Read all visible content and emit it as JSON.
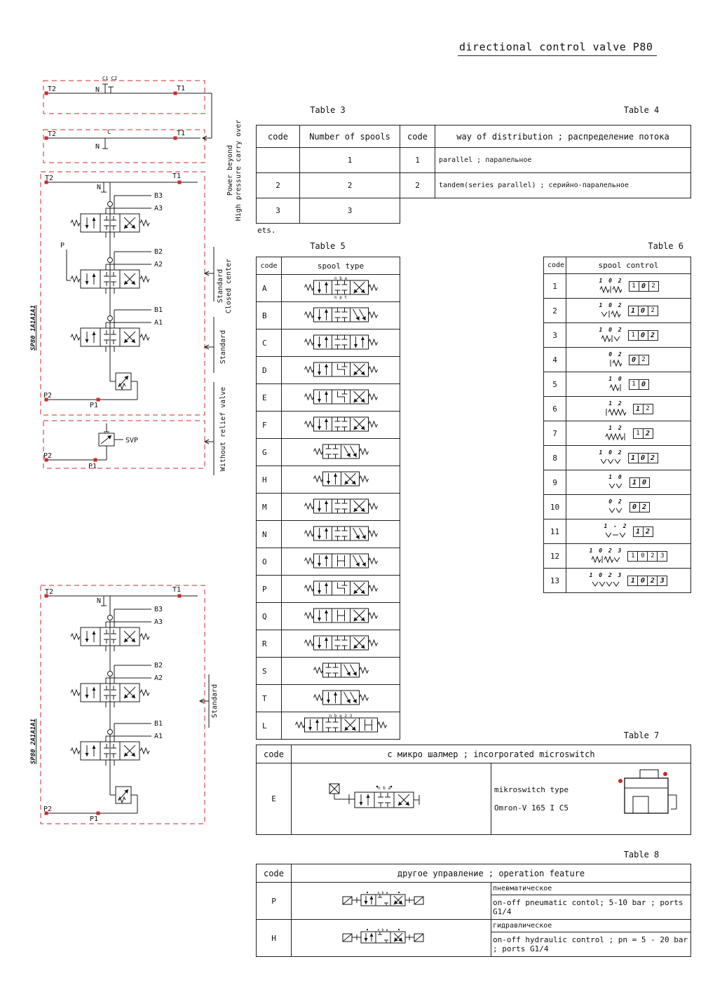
{
  "page": {
    "title": "directional control valve P80",
    "ets_note": "ets."
  },
  "colors": {
    "red": "#cc2a2a",
    "line": "#1a1a1a"
  },
  "side_labels": {
    "model_top": "SP80 1A1A1A1",
    "model_bottom": "SP80 2A1A1A1"
  },
  "annotations": {
    "power_beyond_1": "Power beyond",
    "power_beyond_2": "High pressure carry over",
    "std_closed_1": "Standard",
    "std_closed_2": "Closed center",
    "standard_mid": "Standard",
    "without_relief": "Without relief valve",
    "standard_bottom": "Standard"
  },
  "sch1": {
    "t2": "T2",
    "t1": "T1",
    "n": "N",
    "c1": "C1",
    "c2": "C2"
  },
  "sch2": {
    "t2": "T2",
    "t1": "T1",
    "c": "C",
    "n": "N"
  },
  "sch3": {
    "t2": "T2",
    "t1": "T1",
    "n": "N",
    "b3": "B3",
    "a3": "A3",
    "b2": "B2",
    "a2": "A2",
    "b1": "B1",
    "a1": "A1",
    "p": "P",
    "p2": "P2",
    "p1": "P1"
  },
  "sch4": {
    "svp": "SVP",
    "p2": "P2",
    "p1": "P1"
  },
  "sch5": {
    "t2": "T2",
    "t1": "T1",
    "n": "N",
    "b3": "B3",
    "a3": "A3",
    "b2": "B2",
    "a2": "A2",
    "b1": "B1",
    "a1": "A1",
    "p2": "P2",
    "p1": "P1"
  },
  "table3": {
    "title": "Table 3",
    "headers": [
      "code",
      "Number of spools"
    ],
    "rows": [
      [
        "",
        "1"
      ],
      [
        "2",
        "2"
      ],
      [
        "3",
        "3"
      ]
    ]
  },
  "table4": {
    "title": "Table 4",
    "headers": [
      "code",
      "way of distribution ;  распределение потока"
    ],
    "rows": [
      [
        "1",
        "parallel ;  паралельное"
      ],
      [
        "2",
        "tandem(series parallel) ;  серийно-паралельное"
      ]
    ]
  },
  "table5": {
    "title": "Table 5",
    "headers": [
      "code",
      "spool type"
    ],
    "rows": [
      {
        "code": "A",
        "cells": [
          "pp",
          "cl",
          "xx"
        ],
        "top": "n b a",
        "bottom": "n p t"
      },
      {
        "code": "B",
        "cells": [
          "pp",
          "cl",
          "dg"
        ]
      },
      {
        "code": "C",
        "cells": [
          "pp",
          "cl",
          "pp"
        ]
      },
      {
        "code": "D",
        "cells": [
          "pp",
          "ht",
          "xx"
        ]
      },
      {
        "code": "E",
        "cells": [
          "pp",
          "ht",
          "xx"
        ]
      },
      {
        "code": "F",
        "cells": [
          "pp",
          "cl",
          "xx"
        ]
      },
      {
        "code": "G",
        "cells": [
          "cl",
          "dg"
        ]
      },
      {
        "code": "H",
        "cells": [
          "pp",
          "xx"
        ]
      },
      {
        "code": "M",
        "cells": [
          "pp",
          "cl",
          "xx"
        ]
      },
      {
        "code": "N",
        "cells": [
          "pp",
          "cl",
          "dg"
        ]
      },
      {
        "code": "O",
        "cells": [
          "pp",
          "fl",
          "dg"
        ]
      },
      {
        "code": "P",
        "cells": [
          "pp",
          "ht",
          "xx"
        ]
      },
      {
        "code": "Q",
        "cells": [
          "pp",
          "fl",
          "xx"
        ]
      },
      {
        "code": "R",
        "cells": [
          "pp",
          "cl",
          "xx"
        ]
      },
      {
        "code": "S",
        "cells": [
          "cl",
          "dg"
        ]
      },
      {
        "code": "T",
        "cells": [
          "pp",
          "dg"
        ]
      },
      {
        "code": "L",
        "cells": [
          "pp",
          "cl",
          "xx",
          "fl"
        ],
        "top": "n b a  2  3"
      }
    ]
  },
  "table6": {
    "title": "Table 6",
    "headers": [
      "code",
      "spool control"
    ],
    "rows": [
      {
        "code": "1",
        "top": "1 0 2",
        "sym": "S|S",
        "boxes": [
          [
            "1",
            0
          ],
          [
            "0",
            1
          ],
          [
            "2",
            0
          ]
        ]
      },
      {
        "code": "2",
        "top": "1 0 2",
        "sym": "D|S",
        "boxes": [
          [
            "1",
            1
          ],
          [
            "0",
            1
          ],
          [
            "2",
            0
          ]
        ]
      },
      {
        "code": "3",
        "top": "1 0 2",
        "sym": "S|D",
        "boxes": [
          [
            "1",
            0
          ],
          [
            "0",
            1
          ],
          [
            "2",
            1
          ]
        ]
      },
      {
        "code": "4",
        "top": "0 2",
        "sym": "|S",
        "boxes": [
          [
            "0",
            1
          ],
          [
            "2",
            0
          ]
        ]
      },
      {
        "code": "5",
        "top": "1 0",
        "sym": "S|",
        "boxes": [
          [
            "1",
            0
          ],
          [
            "0",
            1
          ]
        ]
      },
      {
        "code": "6",
        "top": "1 2",
        "sym": "|L",
        "boxes": [
          [
            "1",
            1
          ],
          [
            "2",
            0
          ]
        ]
      },
      {
        "code": "7",
        "top": "1 2",
        "sym": "L|",
        "boxes": [
          [
            "1",
            0
          ],
          [
            "2",
            1
          ]
        ]
      },
      {
        "code": "8",
        "top": "1 0 2",
        "sym": "DDD",
        "boxes": [
          [
            "1",
            1
          ],
          [
            "0",
            1
          ],
          [
            "2",
            1
          ]
        ]
      },
      {
        "code": "9",
        "top": "1 0",
        "sym": "DD",
        "boxes": [
          [
            "1",
            1
          ],
          [
            "0",
            1
          ]
        ]
      },
      {
        "code": "10",
        "top": "0 2",
        "sym": "DD",
        "boxes": [
          [
            "0",
            1
          ],
          [
            "2",
            1
          ]
        ]
      },
      {
        "code": "11",
        "top": "1 - 2",
        "sym": "D-D",
        "boxes": [
          [
            "1",
            1
          ],
          [
            "2",
            1
          ]
        ]
      },
      {
        "code": "12",
        "top": "1 0 2 3",
        "sym": "S|SD",
        "boxes": [
          [
            "1",
            0
          ],
          [
            "0",
            0
          ],
          [
            "2",
            0
          ],
          [
            "3",
            0
          ]
        ]
      },
      {
        "code": "13",
        "top": "1 0 2 3",
        "sym": "DDDD",
        "boxes": [
          [
            "1",
            1
          ],
          [
            "0",
            1
          ],
          [
            "2",
            1
          ],
          [
            "3",
            1
          ]
        ]
      }
    ]
  },
  "table7": {
    "title": "Table 7",
    "header_code": "code",
    "header_main": "с микро шалмер ;  incorporated microswitch",
    "sym_label": "n b a",
    "row": {
      "code": "E",
      "line1": "mikroswitch type",
      "line2": "Omron-V 165 I C5"
    }
  },
  "table8": {
    "title": "Table 8",
    "header_code": "code",
    "header_main": "другое управление ;  operation feature",
    "sym_label": "n b a",
    "rows": [
      {
        "code": "P",
        "line1": "пневматическое",
        "line2": "on-off pneumatic contol; 5-10 bar ; ports G1/4"
      },
      {
        "code": "H",
        "line1": "гидравлическое",
        "line2": "on-off hydraulic control ; pn = 5 - 20 bar ; ports G1/4"
      }
    ]
  }
}
